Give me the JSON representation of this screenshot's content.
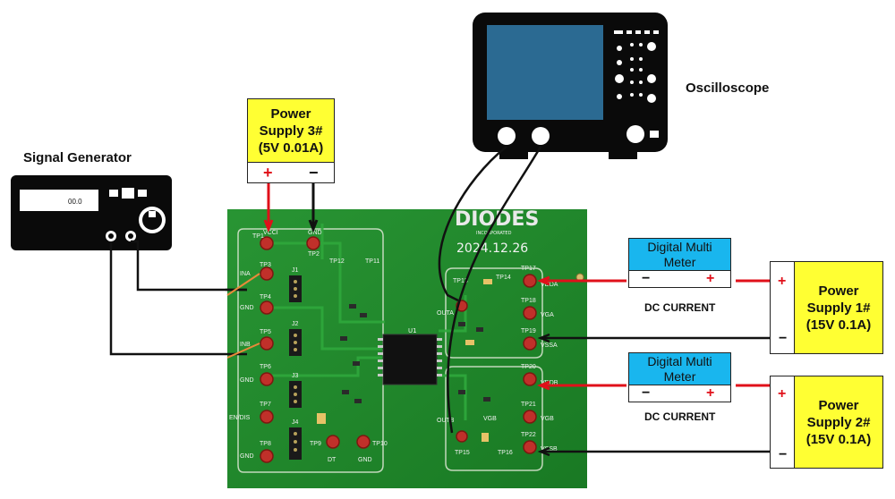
{
  "labels": {
    "signal_generator": "Signal Generator",
    "oscilloscope": "Oscilloscope",
    "dc_current_1": "DC CURRENT",
    "dc_current_2": "DC CURRENT"
  },
  "signal_generator_display": "00.0",
  "power_supply_3": {
    "line1": "Power",
    "line2": "Supply 3#",
    "line3": "(5V 0.01A)",
    "plus": "+",
    "minus": "−"
  },
  "power_supply_1": {
    "line1": "Power",
    "line2": "Supply 1#",
    "line3": "(15V 0.1A)",
    "plus": "+",
    "minus": "−"
  },
  "power_supply_2": {
    "line1": "Power",
    "line2": "Supply 2#",
    "line3": "(15V 0.1A)",
    "plus": "+",
    "minus": "−"
  },
  "dmm_1": {
    "line1": "Digital Multi",
    "line2": "Meter",
    "minus": "−",
    "plus": "+"
  },
  "dmm_2": {
    "line1": "Digital Multi",
    "line2": "Meter",
    "minus": "−",
    "plus": "+"
  },
  "pcb": {
    "logo": "DIODES",
    "logo_sub": "INCORPORATED",
    "date": "2024.12.26",
    "ic": "U1",
    "left_pins": [
      "INA",
      "GND",
      "INB",
      "GND",
      "EN/DIS",
      "GND"
    ],
    "left_tps": [
      "TP1",
      "TP3",
      "TP4",
      "TP5",
      "TP6",
      "TP7",
      "TP8"
    ],
    "top_labels": [
      "VCCI",
      "GND",
      "TP2",
      "TP12",
      "TP11"
    ],
    "jumpers": [
      "J1",
      "J2",
      "J3",
      "J4"
    ],
    "right_top": [
      "TP17",
      "VDDA",
      "TP18",
      "VGA",
      "TP19",
      "VSSA",
      "TP13",
      "TP14",
      "OUTA"
    ],
    "right_bottom": [
      "TP20",
      "VDDB",
      "TP21",
      "VGB",
      "TP22",
      "VSSB",
      "TP15",
      "TP16",
      "OUTB",
      "VGB"
    ],
    "bottom_labels": [
      "TP9",
      "TP10",
      "DT",
      "GND"
    ]
  }
}
